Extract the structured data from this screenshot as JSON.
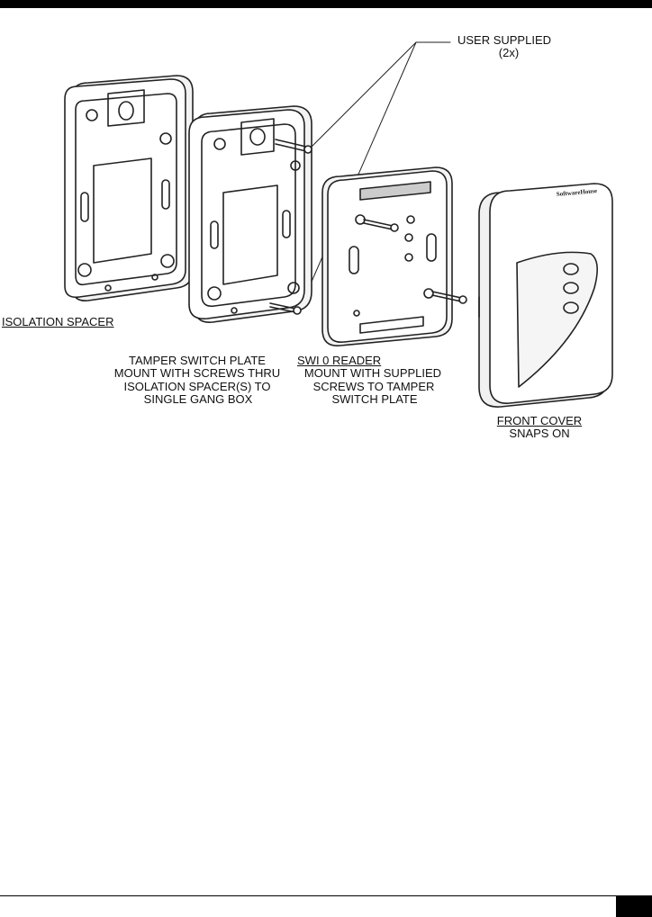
{
  "callout": {
    "user_supplied": "USER SUPPLIED",
    "user_supplied_qty": "(2x)"
  },
  "isolation_spacer": {
    "label": "ISOLATION SPACER"
  },
  "tamper_plate": {
    "line1": "TAMPER SWITCH PLATE",
    "line2": "MOUNT WITH SCREWS THRU",
    "line3": "ISOLATION SPACER(S) TO",
    "line4": "SINGLE GANG BOX"
  },
  "reader": {
    "title": "SWI        0 READER",
    "line2": "MOUNT WITH SUPPLIED",
    "line3": "SCREWS TO TAMPER",
    "line4": "SWITCH PLATE"
  },
  "front_cover": {
    "title": "FRONT COVER",
    "line2": "SNAPS ON",
    "logo_text": "SoftwareHouse"
  }
}
